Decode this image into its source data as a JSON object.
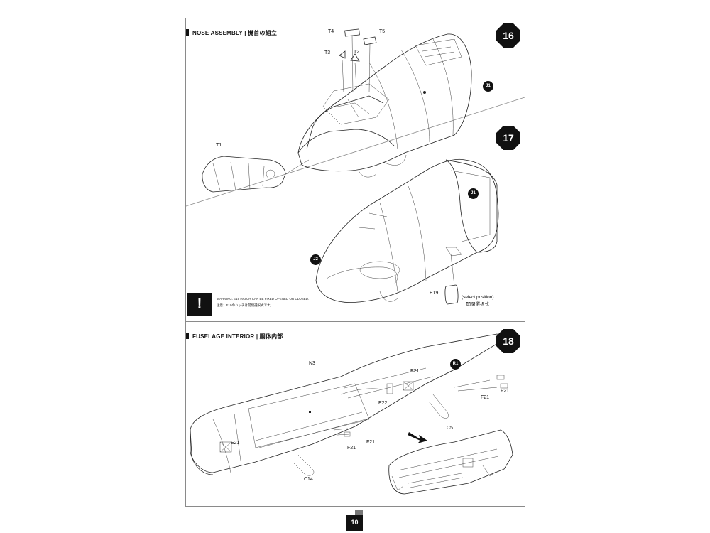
{
  "sections": {
    "nose_title": "NOSE ASSEMBLY | 機首の組立",
    "fuselage_title": "FUSELAGE INTERIOR | 胴体内部"
  },
  "steps": [
    "16",
    "17",
    "18"
  ],
  "parts": {
    "t1": "T1",
    "t2": "T2",
    "t3": "T3",
    "t4": "T4",
    "t5": "T5",
    "j1a": "J1",
    "j1b": "J1",
    "j2": "J2",
    "e19": "E19",
    "n3": "N3",
    "r1": "R1",
    "e21a": "E21",
    "e21b": "E21",
    "e22": "E22",
    "f21a": "F21",
    "f21b": "F21",
    "f21c": "F21",
    "f21d": "F21",
    "c5": "C5",
    "c14": "C14"
  },
  "warning": {
    "symbol": "!",
    "en": "WARNING: E19 HATCH CAN BE FIXED OPENED OR CLOSED.",
    "jp": "注意：E19のハッチは開閉選択式です。"
  },
  "select_note": {
    "en": "(select position)",
    "jp": "開閉選択式"
  },
  "page_number": "10"
}
